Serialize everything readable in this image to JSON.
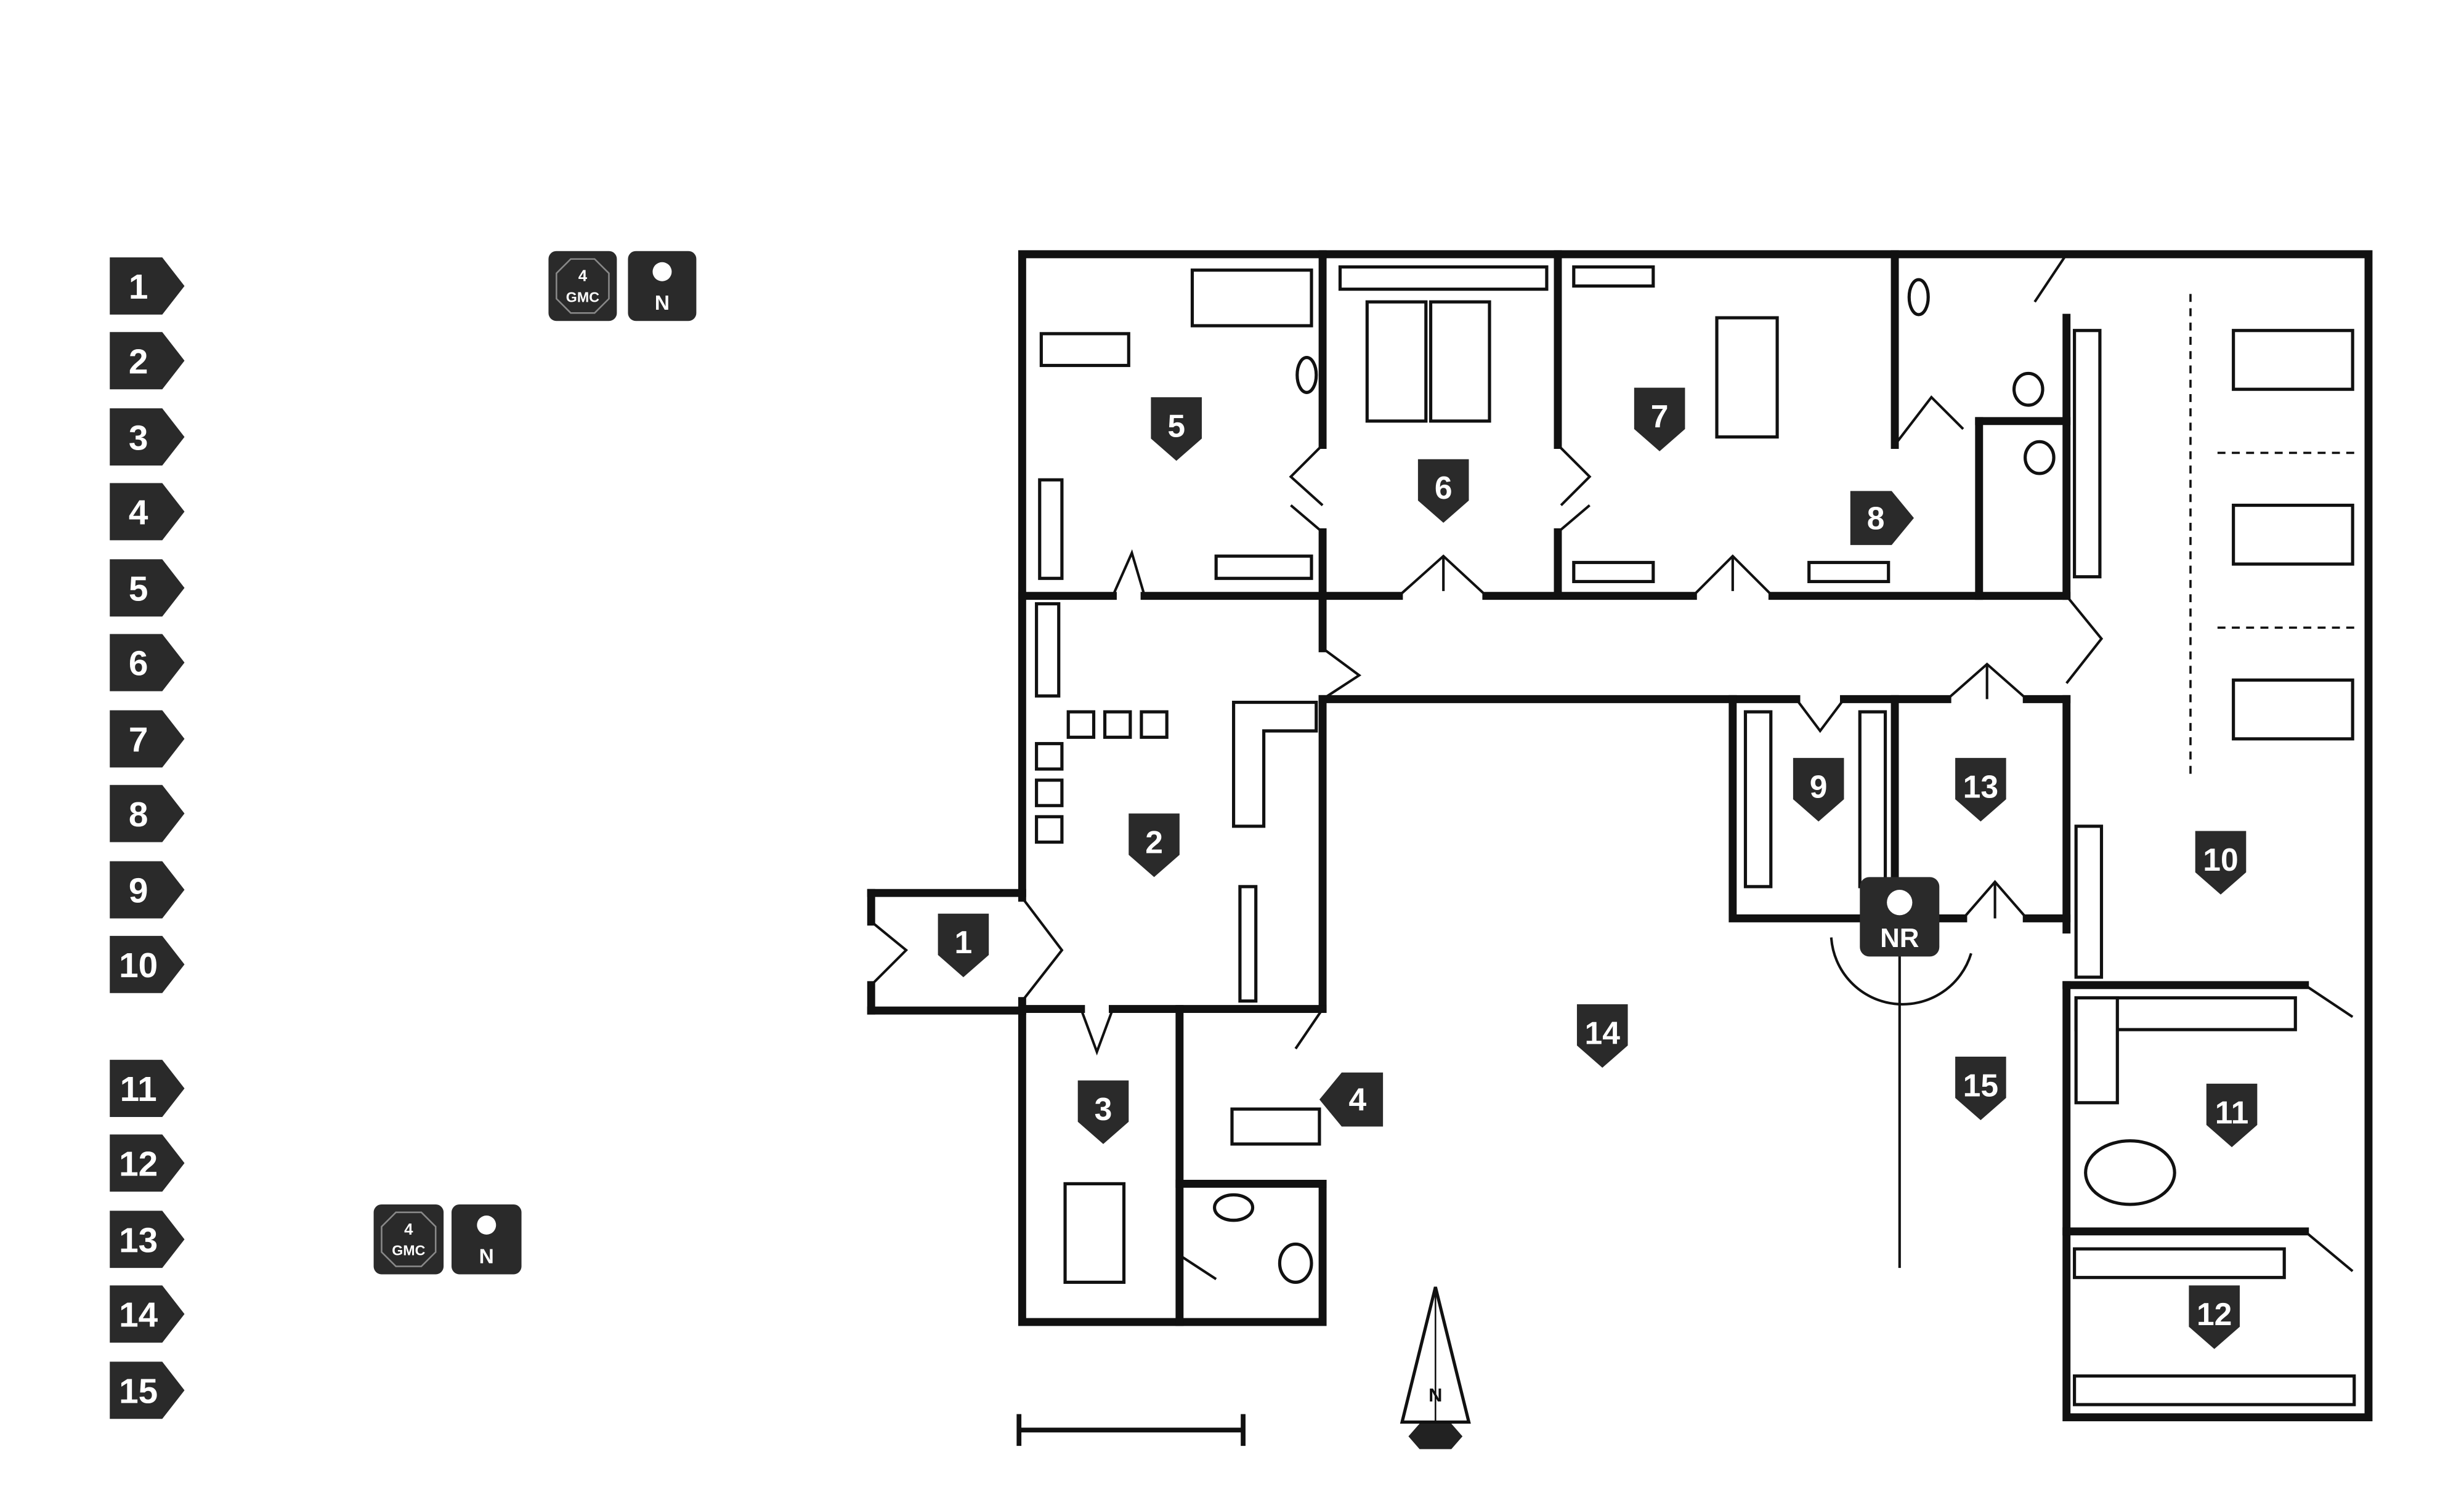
{
  "legend": {
    "items": [
      "1",
      "2",
      "3",
      "4",
      "5",
      "6",
      "7",
      "8",
      "9",
      "10",
      "11",
      "12",
      "13",
      "14",
      "15"
    ],
    "row1_icons": {
      "gmc_number": "4",
      "gmc_text": "GMC",
      "n_text": "N"
    },
    "row13_icons": {
      "gmc_number": "4",
      "gmc_text": "GMC",
      "n_text": "N"
    }
  },
  "plan": {
    "room_markers": [
      "1",
      "2",
      "3",
      "4",
      "5",
      "6",
      "7",
      "8",
      "9",
      "10",
      "11",
      "12",
      "13",
      "14",
      "15"
    ],
    "nr_marker": "NR",
    "compass": "N"
  },
  "colors": {
    "badge": "#2a2a2a",
    "wall": "#111111",
    "background": "#ffffff"
  }
}
